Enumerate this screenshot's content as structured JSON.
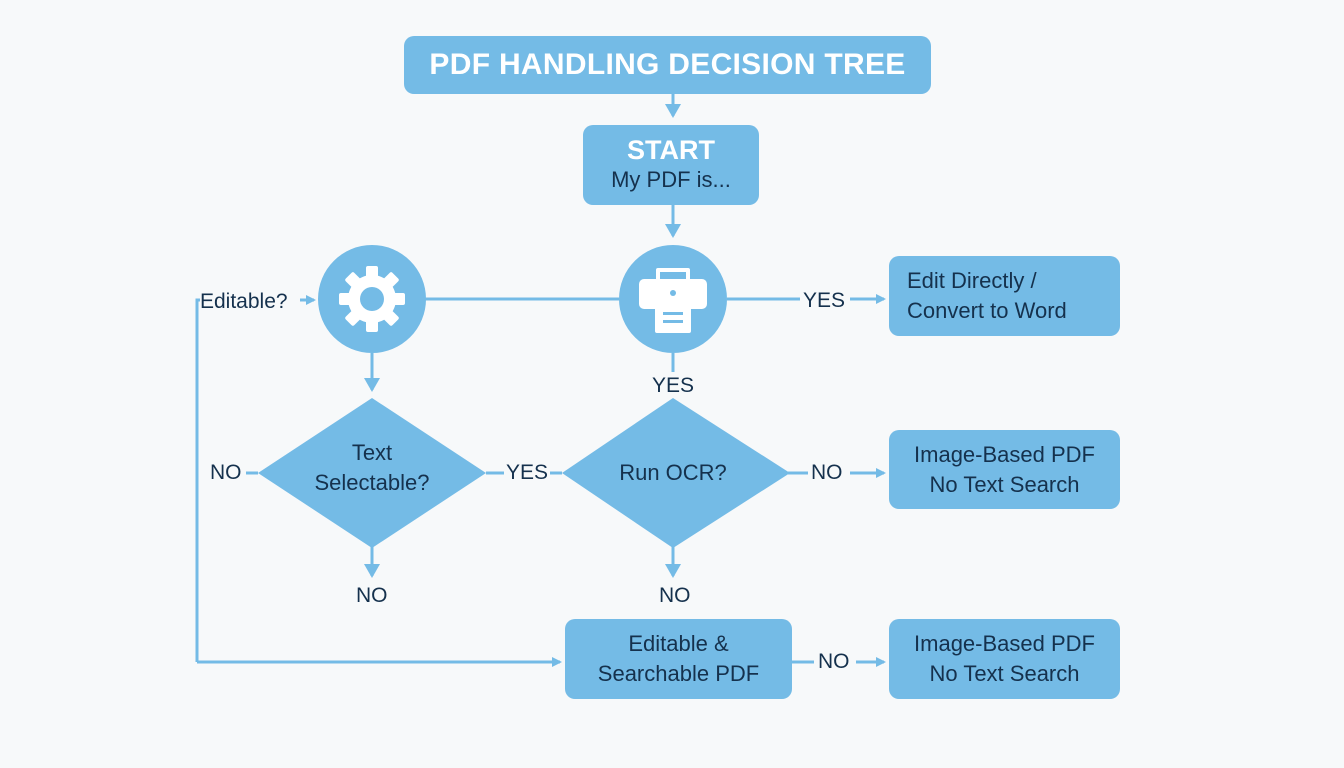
{
  "title": "PDF HANDLING DECISION TREE",
  "start": {
    "heading": "START",
    "subtext": "My PDF is..."
  },
  "icons": {
    "settings": "gear-icon",
    "printer": "printer-icon"
  },
  "decisions": {
    "text_selectable": {
      "line1": "Text",
      "line2": "Selectable?"
    },
    "run_ocr": {
      "line1": "Run OCR?"
    }
  },
  "outcomes": {
    "edit_directly": {
      "line1": "Edit Directly /",
      "line2": "Convert to Word"
    },
    "image_based_1": {
      "line1": "Image-Based PDF",
      "line2": "No Text Search"
    },
    "editable_searchable": {
      "line1": "Editable &",
      "line2": "Searchable PDF"
    },
    "image_based_2": {
      "line1": "Image-Based PDF",
      "line2": "No Text Search"
    }
  },
  "edge_labels": {
    "editable_q": "Editable?",
    "printer_yes_right": "YES",
    "printer_yes_down": "YES",
    "selectable_no_left": "NO",
    "selectable_yes": "YES",
    "selectable_no_down": "NO",
    "ocr_no_right": "NO",
    "ocr_no_down": "NO",
    "searchable_no": "NO"
  },
  "colors": {
    "node_fill": "#74bbe6",
    "connector": "#74bbe6",
    "text_dark": "#15314d",
    "text_light": "#ffffff",
    "background": "#f7f9fa"
  }
}
